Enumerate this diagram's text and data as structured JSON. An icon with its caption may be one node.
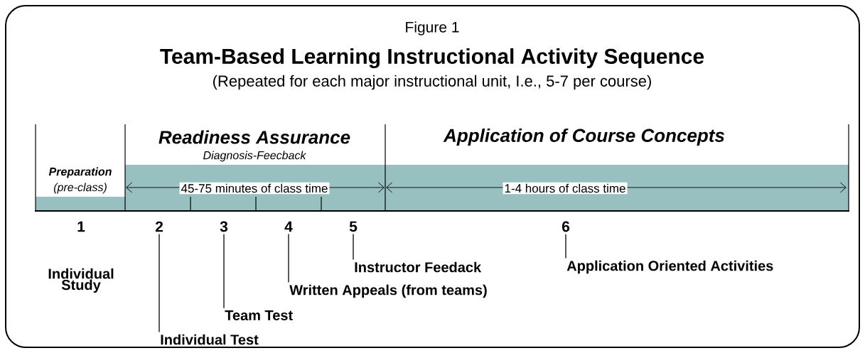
{
  "diagram": {
    "title": "Team-Based Learning Instructional Activity Sequence",
    "nodes": [
      {
        "text": [
          "1"
        ]
      },
      {
        "text": [
          "2"
        ]
      },
      {
        "text": [
          "3"
        ]
      },
      {
        "text": [
          "4"
        ]
      },
      {
        "text": [
          "5"
        ]
      },
      {
        "text": [
          "6"
        ]
      },
      {
        "text": [
          "Individual Study"
        ]
      },
      {
        "text": [
          "Individual Test"
        ]
      },
      {
        "text": [
          "Team Test"
        ]
      },
      {
        "text": [
          "Written Appeals (from teams)"
        ]
      },
      {
        "text": [
          "Instructor Feedack"
        ]
      },
      {
        "text": [
          "Application Oriented Activities"
        ]
      }
    ],
    "edges": [
      {
        "from": 1,
        "to": 7,
        "arrow": "none"
      },
      {
        "from": 2,
        "to": 8,
        "arrow": "none"
      },
      {
        "from": 3,
        "to": 9,
        "arrow": "none"
      },
      {
        "from": 4,
        "to": 10,
        "arrow": "none"
      },
      {
        "from": 5,
        "to": 11,
        "arrow": "none"
      }
    ],
    "labels": [
      "Figure 1",
      "(Repeated for each major instructional unit, I.e., 5-7 per course)",
      "Readiness Assurance",
      "Application of Course Concepts",
      "Preparation",
      "Diagnosis-Feecback",
      "(pre-class)",
      "45-75 minutes of class time",
      "1-4 hours of class time"
    ]
  }
}
